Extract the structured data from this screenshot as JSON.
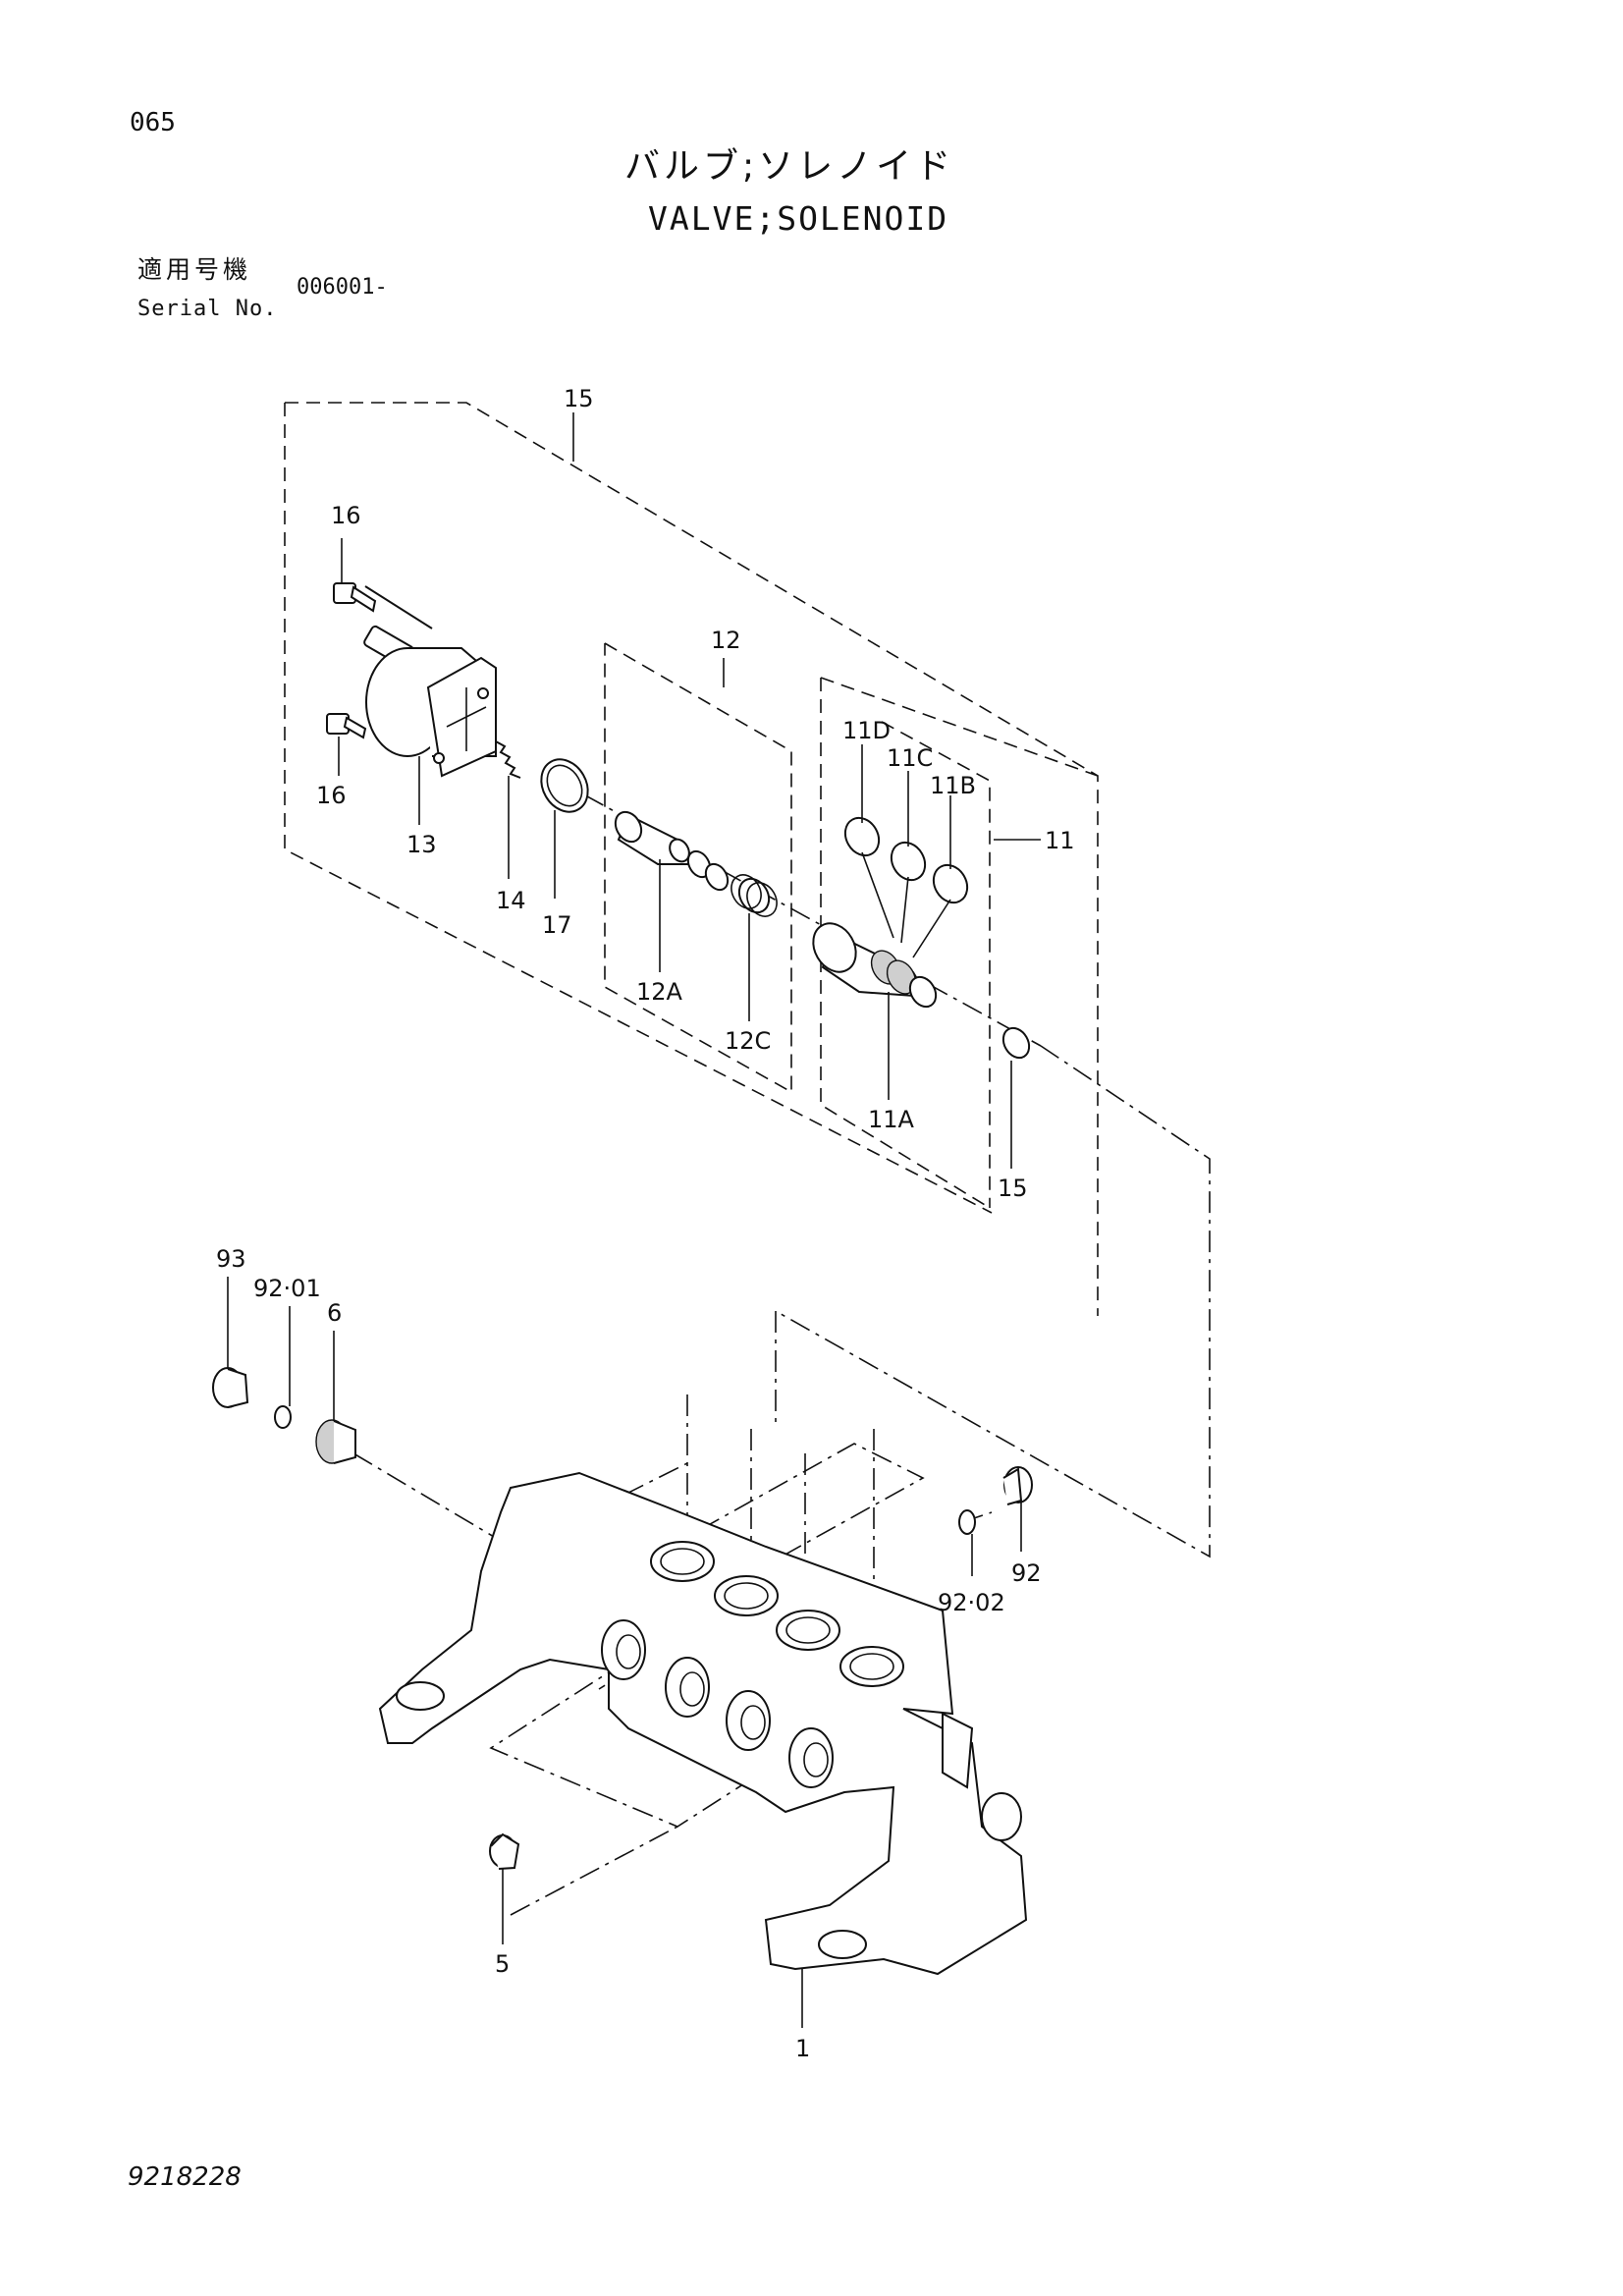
{
  "header": {
    "page_number": "065",
    "title_jp": "バルブ;ソレノイド",
    "title_en": "VALVE;SOLENOID",
    "serial_label_jp": "適用号機",
    "serial_label_en": "Serial No.",
    "serial_value": "006001-"
  },
  "footer": {
    "document_number": "9218228"
  },
  "callouts": [
    "15",
    "16",
    "16",
    "13",
    "14",
    "17",
    "12",
    "12A",
    "12C",
    "11D",
    "11C",
    "11B",
    "11",
    "11A",
    "15",
    "93",
    "92·01",
    "6",
    "92",
    "92·02",
    "5",
    "1"
  ]
}
